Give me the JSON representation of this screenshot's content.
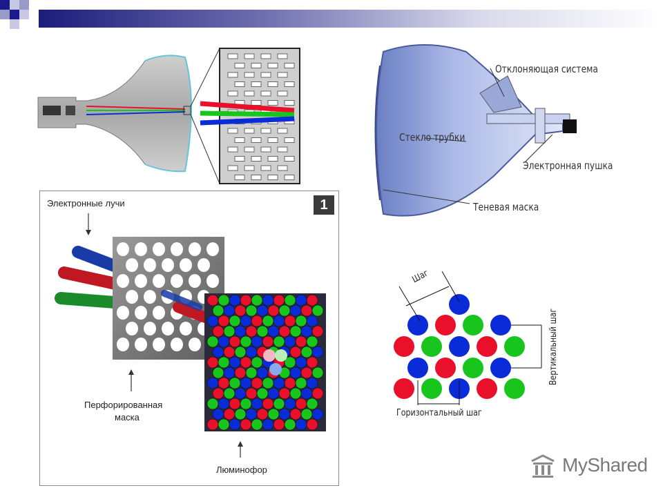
{
  "crt_diagram": {
    "labels": {
      "deflection_system": "Отклоняющая система",
      "tube_glass": "Стекло трубки",
      "electron_gun": "Электронная пушка",
      "shadow_mask": "Теневая маска"
    }
  },
  "shadow_mask_figure": {
    "badge": "1",
    "electron_beams": "Электронные лучи",
    "perforated_mask_line1": "Перфорированная",
    "perforated_mask_line2": "маска",
    "phosphor": "Люминофор"
  },
  "pitch_diagram": {
    "step": "Шаг",
    "vertical_pitch": "Вертикальный шаг",
    "horizontal_pitch": "Горизонтальный шаг"
  },
  "logo": {
    "text": "MyShared"
  },
  "colors": {
    "red": "#e8102a",
    "green": "#18c51c",
    "blue": "#0a2bd8",
    "navy": "#1a1a8c"
  }
}
